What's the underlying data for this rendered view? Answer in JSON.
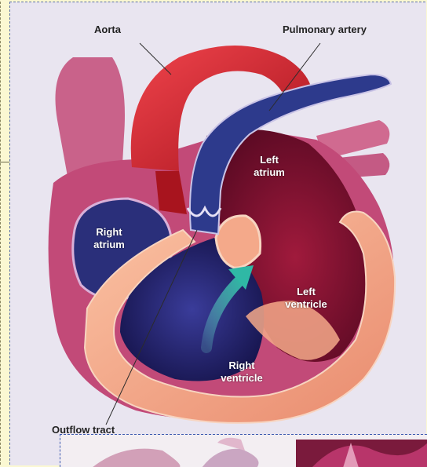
{
  "diagram": {
    "labels": {
      "aorta": "Aorta",
      "pulmonary_artery": "Pulmonary artery",
      "left_atrium_1": "Left",
      "left_atrium_2": "atrium",
      "right_atrium_1": "Right",
      "right_atrium_2": "atrium",
      "left_ventricle_1": "Left",
      "left_ventricle_2": "ventricle",
      "right_ventricle_1": "Right",
      "right_ventricle_2": "ventricle",
      "outflow_tract": "Outflow tract"
    },
    "colors": {
      "page_background": "#fbf8d2",
      "illustration_background": "#e8e4f0",
      "aorta": "#d9242e",
      "pulmonary_artery": "#2d3a8c",
      "myocardium_outer": "#c24a78",
      "left_heart": "#7a1030",
      "right_atrium": "#2a2f7a",
      "right_ventricle": "#1c1a5a",
      "septum": "#f4a98a",
      "flow_arrow": "#3dbfae"
    }
  }
}
